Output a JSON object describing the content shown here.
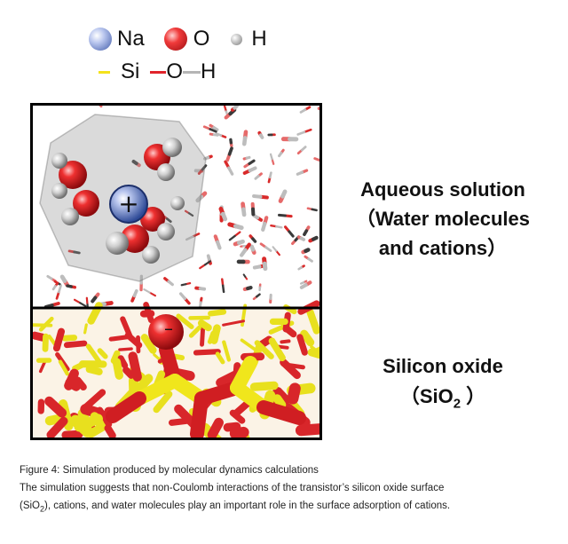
{
  "legend": {
    "row1": [
      {
        "symbol": "Na",
        "color": "#5a73c2"
      },
      {
        "symbol": "O",
        "color": "#e0242b"
      },
      {
        "symbol": "H",
        "color": "#a9a9a9"
      }
    ],
    "row2": {
      "si": "Si",
      "o": "O",
      "h": "H",
      "bond_colors": [
        "#f4e21c",
        "#e0242b",
        "#b5b5b5"
      ]
    }
  },
  "panel": {
    "cation_sign": "+",
    "anion_sign": "–"
  },
  "labels": {
    "aqueous": [
      "Aqueous solution",
      "（Water molecules",
      "and  cations）"
    ],
    "oxide_line1": "Silicon oxide",
    "oxide_open": "（SiO",
    "oxide_sub": "2",
    "oxide_close": " ）"
  },
  "caption": {
    "title": "Figure 4: Simulation produced by molecular dynamics calculations",
    "line2": "The simulation suggests that non-Coulomb interactions of the transistor’s silicon oxide surface",
    "line3_open": "(SiO",
    "line3_sub": "2",
    "line3_rest": "), cations, and water molecules play an important role in the surface adsorption of cations."
  }
}
